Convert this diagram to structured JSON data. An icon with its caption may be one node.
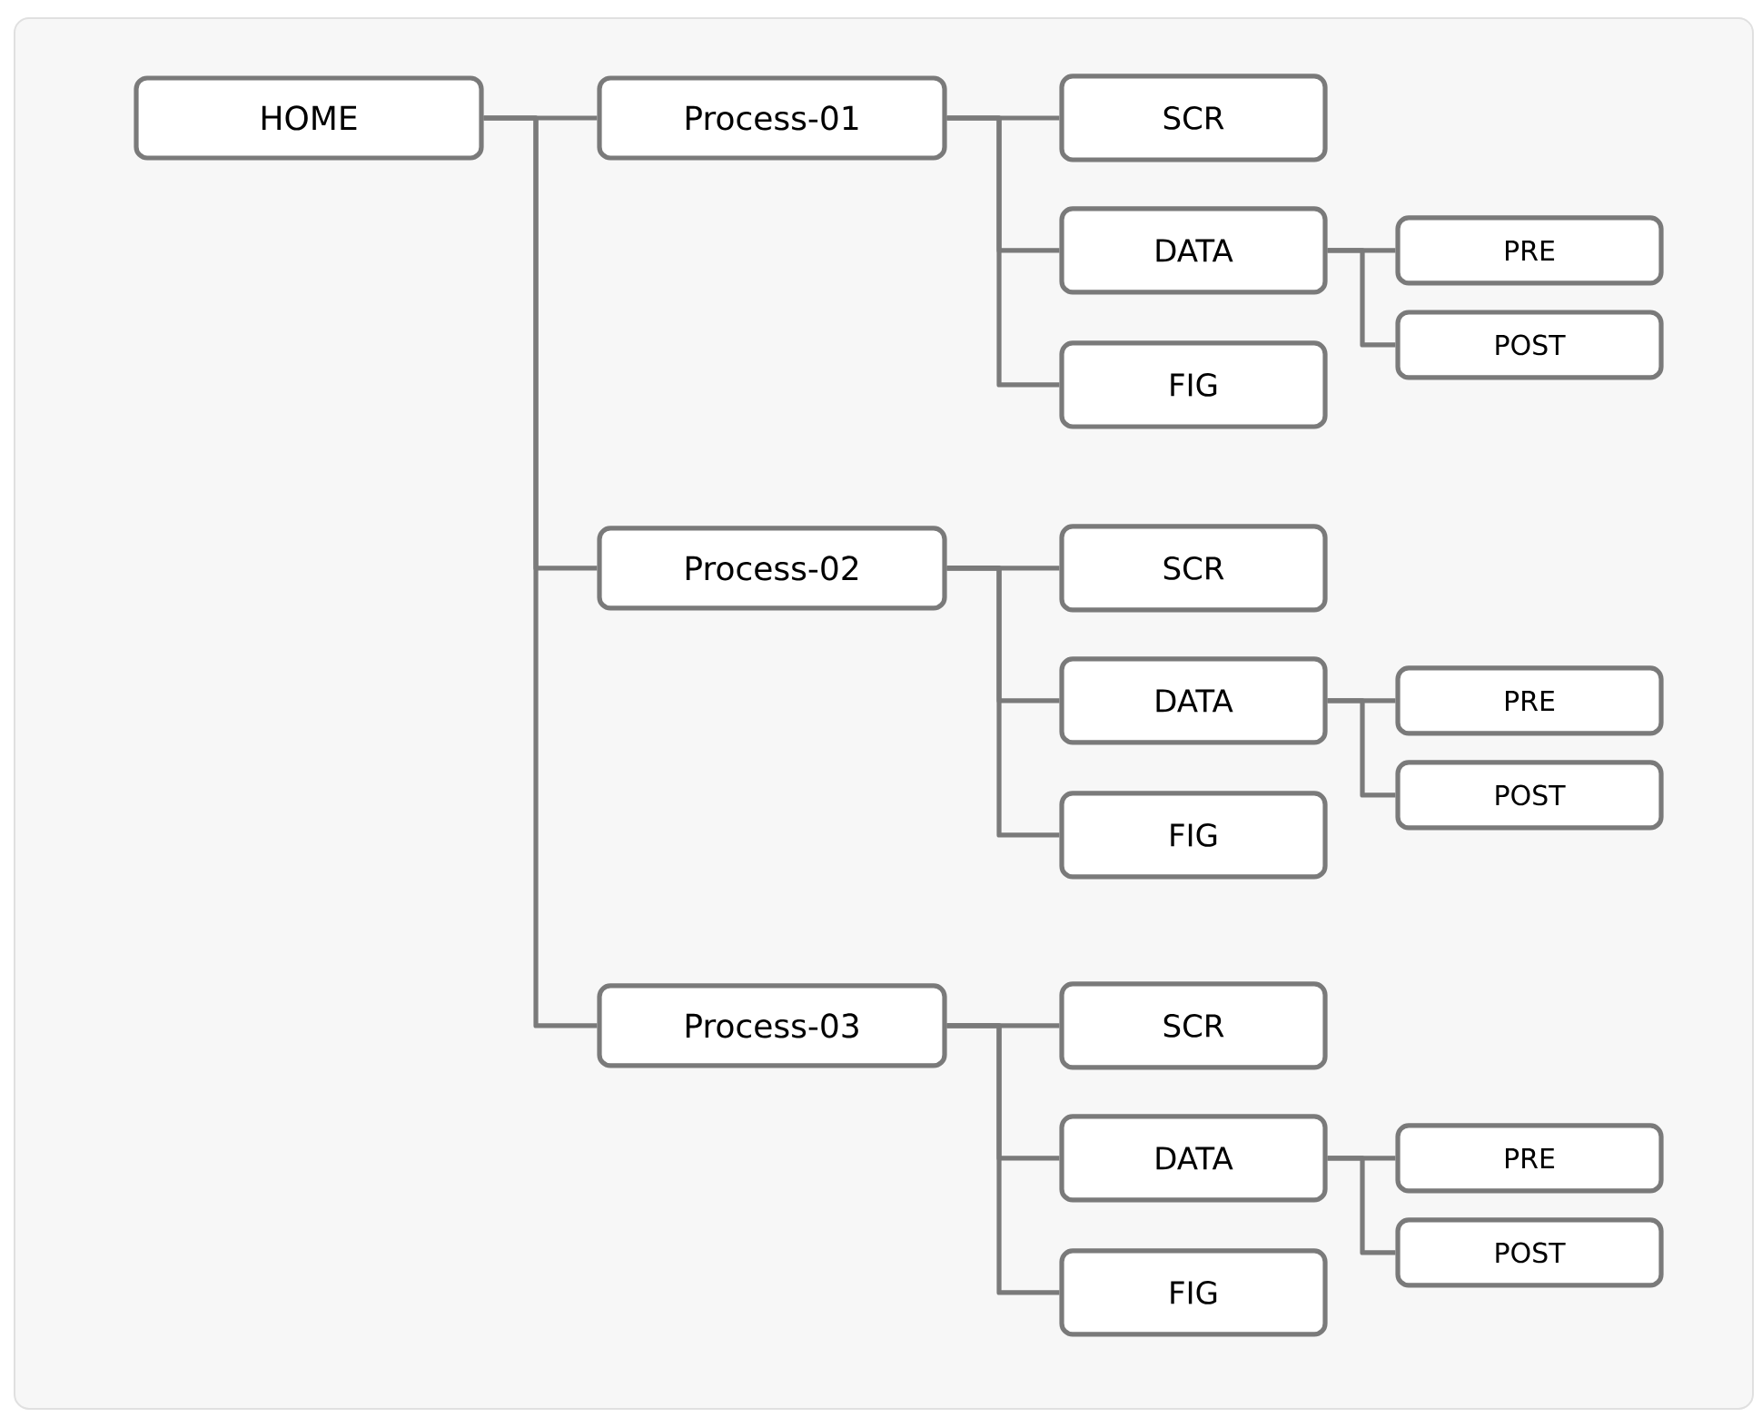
{
  "diagram": {
    "nodes": [
      {
        "text": [
          "HOME"
        ]
      },
      {
        "text": [
          "Process-01"
        ]
      },
      {
        "text": [
          "SCR"
        ]
      },
      {
        "text": [
          "DATA"
        ]
      },
      {
        "text": [
          "PRE"
        ]
      },
      {
        "text": [
          "POST"
        ]
      },
      {
        "text": [
          "FIG"
        ]
      },
      {
        "text": [
          "Process-02"
        ]
      },
      {
        "text": [
          "SCR"
        ]
      },
      {
        "text": [
          "DATA"
        ]
      },
      {
        "text": [
          "PRE"
        ]
      },
      {
        "text": [
          "POST"
        ]
      },
      {
        "text": [
          "FIG"
        ]
      },
      {
        "text": [
          "Process-03"
        ]
      },
      {
        "text": [
          "SCR"
        ]
      },
      {
        "text": [
          "DATA"
        ]
      },
      {
        "text": [
          "PRE"
        ]
      },
      {
        "text": [
          "POST"
        ]
      },
      {
        "text": [
          "FIG"
        ]
      }
    ],
    "edges": [
      {
        "from": 0,
        "to": 1,
        "arrow": "none"
      },
      {
        "from": 0,
        "to": 7,
        "arrow": "none"
      },
      {
        "from": 0,
        "to": 13,
        "arrow": "none"
      },
      {
        "from": 1,
        "to": 2,
        "arrow": "none"
      },
      {
        "from": 1,
        "to": 3,
        "arrow": "none"
      },
      {
        "from": 1,
        "to": 6,
        "arrow": "none"
      },
      {
        "from": 3,
        "to": 4,
        "arrow": "none"
      },
      {
        "from": 3,
        "to": 5,
        "arrow": "none"
      },
      {
        "from": 7,
        "to": 8,
        "arrow": "none"
      },
      {
        "from": 7,
        "to": 9,
        "arrow": "none"
      },
      {
        "from": 7,
        "to": 12,
        "arrow": "none"
      },
      {
        "from": 9,
        "to": 10,
        "arrow": "none"
      },
      {
        "from": 9,
        "to": 11,
        "arrow": "none"
      },
      {
        "from": 13,
        "to": 14,
        "arrow": "none"
      },
      {
        "from": 13,
        "to": 15,
        "arrow": "none"
      },
      {
        "from": 13,
        "to": 18,
        "arrow": "none"
      },
      {
        "from": 15,
        "to": 16,
        "arrow": "none"
      },
      {
        "from": 15,
        "to": 17,
        "arrow": "none"
      }
    ]
  }
}
